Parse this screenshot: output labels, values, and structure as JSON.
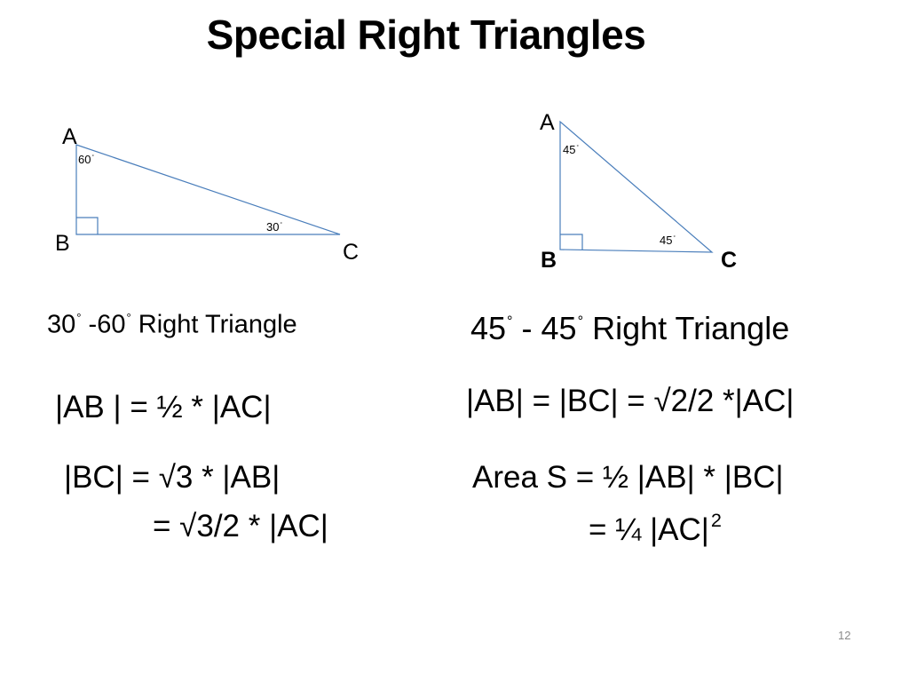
{
  "slide": {
    "title": "Special Right Triangles",
    "page_number": "12"
  },
  "triangle_30_60": {
    "vertex_a": "A",
    "vertex_b": "B",
    "vertex_c": "C",
    "angle_a": "60",
    "angle_c": "30",
    "caption": {
      "first_angle": "30",
      "second_angle": "-60",
      "suffix": "Right Triangle"
    },
    "formulas": {
      "ab_relation": "|AB | = ½  * |AC|",
      "bc_relation": "|BC| = √3 * |AB|",
      "bc_continuation": "= √3/2 * |AC|"
    }
  },
  "triangle_45_45": {
    "vertex_a": "A",
    "vertex_b": "B",
    "vertex_c": "C",
    "angle_a": "45",
    "angle_c": "45",
    "caption": {
      "first_angle": "45",
      "second_angle": "- 45",
      "suffix": "Right Triangle"
    },
    "formulas": {
      "side_relation": "|AB| = |BC| = √2/2 *|AC|",
      "area_relation": "Area S = ½ |AB| * |BC|",
      "area_continuation": "= ¼ |AC|",
      "area_exponent": "2"
    }
  },
  "colors": {
    "triangle_stroke": "#4a7ebb",
    "text": "#000000",
    "page_number": "#8a8a8a"
  }
}
